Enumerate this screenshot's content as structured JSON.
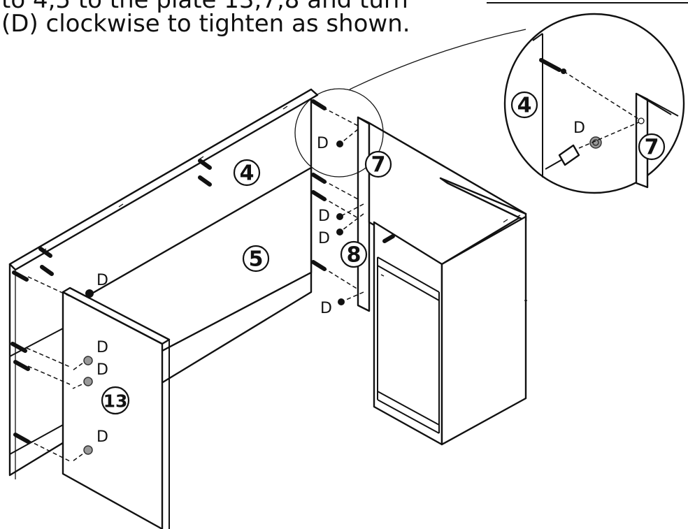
{
  "instructions": {
    "line1": "to 4,5 to the plate 13,7,8 and turn",
    "line2": "(D) clockwise to tighten as shown."
  },
  "fitting_label": "D",
  "parts": {
    "back_panel": "4",
    "lower_panel": "5",
    "left_panel": "13",
    "cabinet_side": "7",
    "cabinet_panel": "8"
  },
  "detail": {
    "panel_a": "4",
    "panel_b": "7",
    "fitting_label": "D"
  }
}
